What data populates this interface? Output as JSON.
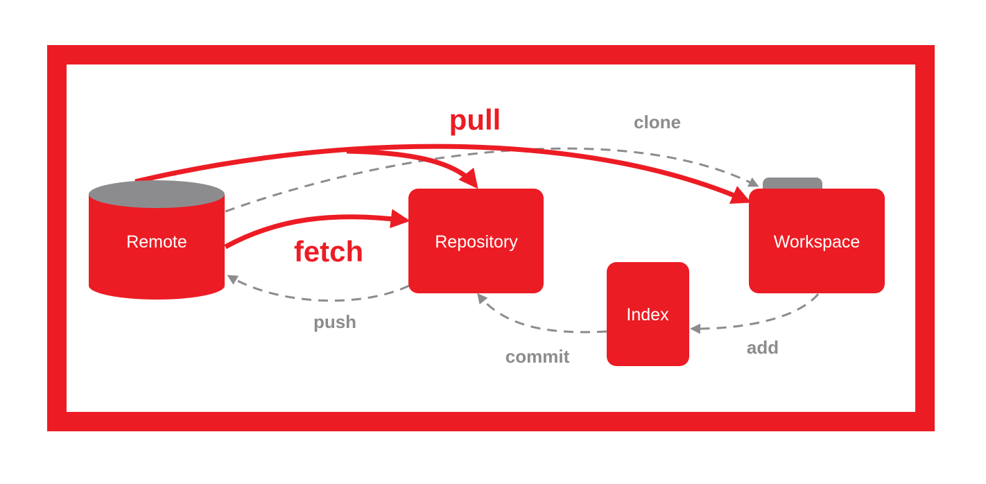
{
  "colors": {
    "accent": "#ec1c24",
    "muted": "#8c8c8f",
    "frame": "#ec1c24",
    "background": "#ffffff"
  },
  "nodes": {
    "remote": "Remote",
    "repository": "Repository",
    "workspace": "Workspace",
    "index": "Index"
  },
  "edges": {
    "pull": "pull",
    "fetch": "fetch",
    "clone": "clone",
    "push": "push",
    "commit": "commit",
    "add": "add"
  }
}
